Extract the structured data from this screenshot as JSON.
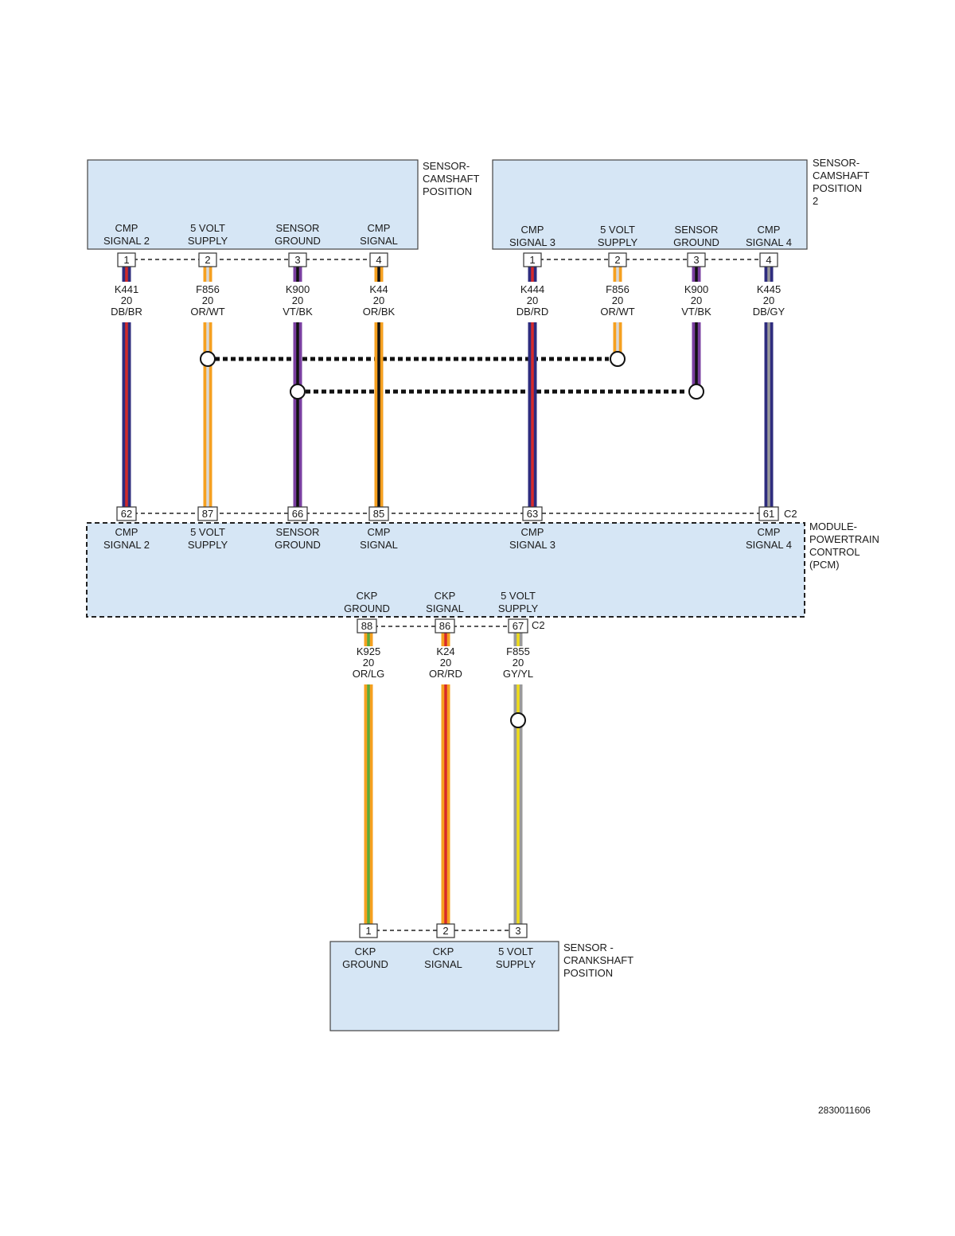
{
  "colors": {
    "box_fill": "#d6e6f5",
    "OR": "#f5a020",
    "WT": "#d8d8d8",
    "DB": "#2e2c7e",
    "BR": "#d02a2a",
    "RD": "#d82a2a",
    "VT": "#7a3fa0",
    "BK": "#111111",
    "GY": "#9a9a9a",
    "LG": "#5aaa3a",
    "YL": "#f0dc18"
  },
  "cmp1": {
    "title": [
      "SENSOR-",
      "CAMSHAFT",
      "POSITION"
    ],
    "pins": [
      {
        "label": [
          "CMP",
          "SIGNAL 2"
        ],
        "pin": "1"
      },
      {
        "label": [
          "5 VOLT",
          "SUPPLY"
        ],
        "pin": "2"
      },
      {
        "label": [
          "SENSOR",
          "GROUND"
        ],
        "pin": "3"
      },
      {
        "label": [
          "CMP",
          "SIGNAL"
        ],
        "pin": "4"
      }
    ]
  },
  "cmp2": {
    "title": [
      "SENSOR-",
      "CAMSHAFT",
      "POSITION",
      "2"
    ],
    "pins": [
      {
        "label": [
          "CMP",
          "SIGNAL 3"
        ],
        "pin": "1"
      },
      {
        "label": [
          "5 VOLT",
          "SUPPLY"
        ],
        "pin": "2"
      },
      {
        "label": [
          "SENSOR",
          "GROUND"
        ],
        "pin": "3"
      },
      {
        "label": [
          "CMP",
          "SIGNAL 4"
        ],
        "pin": "4"
      }
    ]
  },
  "wires_top": [
    {
      "circuit": "K441",
      "gauge": "20",
      "color": "DB/BR"
    },
    {
      "circuit": "F856",
      "gauge": "20",
      "color": "OR/WT"
    },
    {
      "circuit": "K900",
      "gauge": "20",
      "color": "VT/BK"
    },
    {
      "circuit": "K44",
      "gauge": "20",
      "color": "OR/BK"
    },
    {
      "circuit": "K444",
      "gauge": "20",
      "color": "DB/RD"
    },
    {
      "circuit": "F856",
      "gauge": "20",
      "color": "OR/WT"
    },
    {
      "circuit": "K900",
      "gauge": "20",
      "color": "VT/BK"
    },
    {
      "circuit": "K445",
      "gauge": "20",
      "color": "DB/GY"
    }
  ],
  "pcm": {
    "title": [
      "MODULE-",
      "POWERTRAIN",
      "CONTROL",
      "(PCM)"
    ],
    "connector": "C2",
    "top_pins": [
      {
        "pin": "62",
        "label": [
          "CMP",
          "SIGNAL 2"
        ]
      },
      {
        "pin": "87",
        "label": [
          "5 VOLT",
          "SUPPLY"
        ]
      },
      {
        "pin": "66",
        "label": [
          "SENSOR",
          "GROUND"
        ]
      },
      {
        "pin": "85",
        "label": [
          "CMP",
          "SIGNAL"
        ]
      },
      {
        "pin": "63",
        "label": [
          "CMP",
          "SIGNAL 3"
        ]
      },
      {
        "pin": "61",
        "label": [
          "CMP",
          "SIGNAL 4"
        ]
      }
    ],
    "bottom_pins": [
      {
        "pin": "88",
        "label": [
          "CKP",
          "GROUND"
        ]
      },
      {
        "pin": "86",
        "label": [
          "CKP",
          "SIGNAL"
        ]
      },
      {
        "pin": "67",
        "label": [
          "5 VOLT",
          "SUPPLY"
        ]
      }
    ]
  },
  "wires_bottom": [
    {
      "circuit": "K925",
      "gauge": "20",
      "color": "OR/LG"
    },
    {
      "circuit": "K24",
      "gauge": "20",
      "color": "OR/RD"
    },
    {
      "circuit": "F855",
      "gauge": "20",
      "color": "GY/YL"
    }
  ],
  "ckp": {
    "title": [
      "SENSOR -",
      "CRANKSHAFT",
      "POSITION"
    ],
    "pins": [
      {
        "label": [
          "CKP",
          "GROUND"
        ],
        "pin": "1"
      },
      {
        "label": [
          "CKP",
          "SIGNAL"
        ],
        "pin": "2"
      },
      {
        "label": [
          "5 VOLT",
          "SUPPLY"
        ],
        "pin": "3"
      }
    ]
  },
  "footer": {
    "figure_id": "2830011606"
  }
}
